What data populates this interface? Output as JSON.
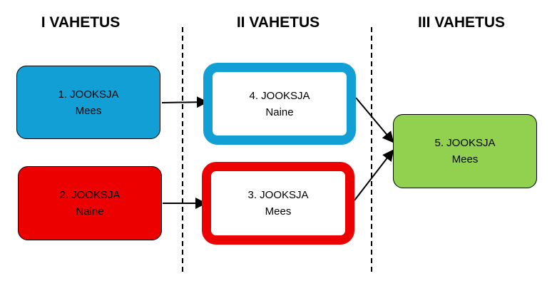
{
  "headers": [
    "I VAHETUS",
    "II VAHETUS",
    "III VAHETUS"
  ],
  "colors": {
    "blue": "#129fd6",
    "red": "#ec0000",
    "green": "#92d050"
  },
  "runners": [
    {
      "title": "1. JOOKSJA",
      "gender": "Mees"
    },
    {
      "title": "2. JOOKSJA",
      "gender": "Naine"
    },
    {
      "title": "4. JOOKSJA",
      "gender": "Naine"
    },
    {
      "title": "3. JOOKSJA",
      "gender": "Mees"
    },
    {
      "title": "5. JOOKSJA",
      "gender": "Mees"
    }
  ]
}
